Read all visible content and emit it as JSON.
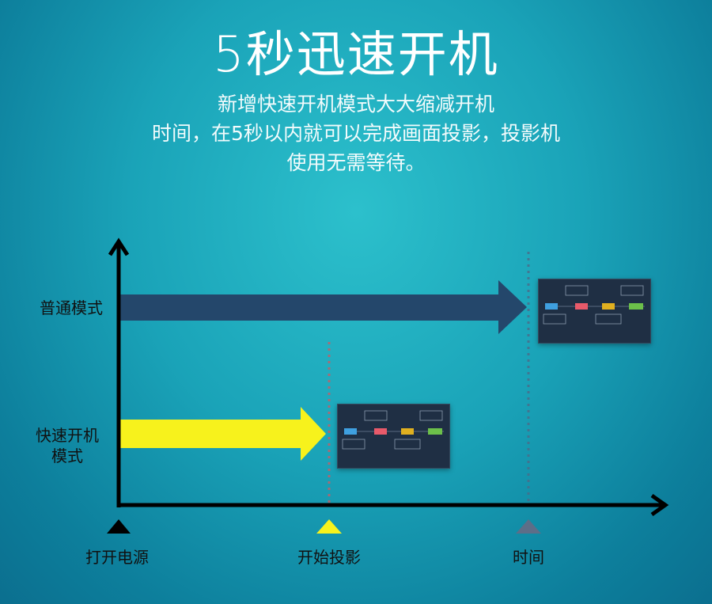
{
  "title": "5秒迅速开机",
  "description": {
    "line1": "新增快速开机模式大大缩减开机",
    "line2": "时间，在5秒以内就可以完成画面投影，投影机",
    "line3": "使用无需等待。"
  },
  "modes": {
    "normal": "普通模式",
    "fast_line1": "快速开机",
    "fast_line2": "模式"
  },
  "timeline": {
    "power_on": "打开电源",
    "start_projection": "开始投影",
    "time": "时间"
  },
  "colors": {
    "normal_arrow": "#24476b",
    "fast_arrow": "#f7f21c",
    "axis": "#000000",
    "marker_power": "#000000",
    "marker_start": "#f7f21c",
    "marker_time": "#5d6e88"
  }
}
